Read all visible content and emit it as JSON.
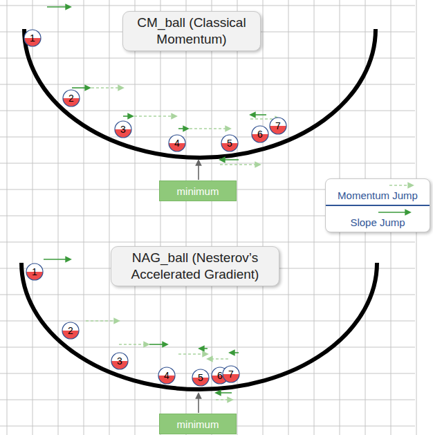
{
  "diagram": {
    "nodes": [
      {
        "text": [
          "CM_ball (Classical Momentum)"
        ]
      },
      {
        "text": [
          "1"
        ]
      },
      {
        "text": [
          "2"
        ]
      },
      {
        "text": [
          "3"
        ]
      },
      {
        "text": [
          "4"
        ]
      },
      {
        "text": [
          "5"
        ]
      },
      {
        "text": [
          "6"
        ]
      },
      {
        "text": [
          "7"
        ]
      },
      {
        "text": [
          "minimum"
        ]
      },
      {
        "text": [
          "NAG_ball (Nesterov’s Accelerated Gradient)"
        ]
      },
      {
        "text": [
          "1"
        ]
      },
      {
        "text": [
          "2"
        ]
      },
      {
        "text": [
          "3"
        ]
      },
      {
        "text": [
          "4"
        ]
      },
      {
        "text": [
          "5"
        ]
      },
      {
        "text": [
          "6"
        ]
      },
      {
        "text": [
          "7"
        ]
      },
      {
        "text": [
          "minimum"
        ]
      }
    ],
    "legend": [
      {
        "text": "Momentum Jump"
      },
      {
        "text": "Slope Jump"
      }
    ]
  }
}
